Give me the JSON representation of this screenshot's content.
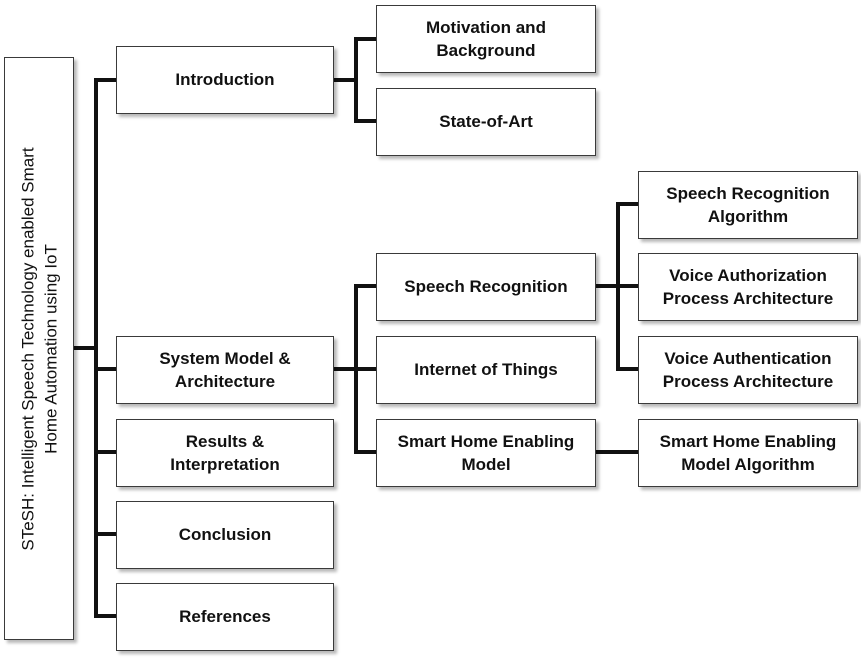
{
  "root": {
    "line1": "STeSH: Intelligent Speech Technology enabled Smart",
    "line2": "Home Automation using IoT"
  },
  "sections": {
    "introduction": "Introduction",
    "system_model": [
      "System Model &",
      "Architecture"
    ],
    "results": [
      "Results &",
      "Interpretation"
    ],
    "conclusion": "Conclusion",
    "references": "References"
  },
  "introduction_children": {
    "motivation": [
      "Motivation and",
      "Background"
    ],
    "state_of_art": "State-of-Art"
  },
  "system_children": {
    "speech_recognition": "Speech Recognition",
    "iot": "Internet of Things",
    "smart_home_model": [
      "Smart Home Enabling",
      "Model"
    ]
  },
  "speech_children": {
    "algorithm": [
      "Speech Recognition",
      "Algorithm"
    ],
    "voice_authorization": [
      "Voice Authorization",
      "Process Architecture"
    ],
    "voice_authentication": [
      "Voice Authentication",
      "Process Architecture"
    ]
  },
  "smart_home_children": {
    "algorithm": [
      "Smart Home Enabling",
      "Model Algorithm"
    ]
  },
  "colors": {
    "line": "#111111",
    "border": "#3a3a3a",
    "text": "#111111"
  }
}
